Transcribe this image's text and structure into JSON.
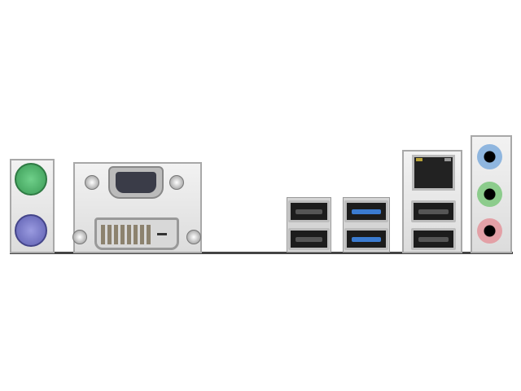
{
  "colors": {
    "ps2_keyboard": "#7d7ec9",
    "ps2_mouse": "#4fb56b",
    "usb3": "#3b7bd0",
    "audio_line_in": "#8fb6df",
    "audio_line_out": "#8ccc8c",
    "audio_mic": "#e3a0a6",
    "panel": "#e8e8e8"
  },
  "ports": [
    "ps2-mouse",
    "ps2-keyboard",
    "vga",
    "dvi",
    "usb2-x2",
    "usb3-x2",
    "rj45-lan",
    "usb2-x2",
    "audio-line-in",
    "audio-line-out",
    "audio-mic"
  ]
}
